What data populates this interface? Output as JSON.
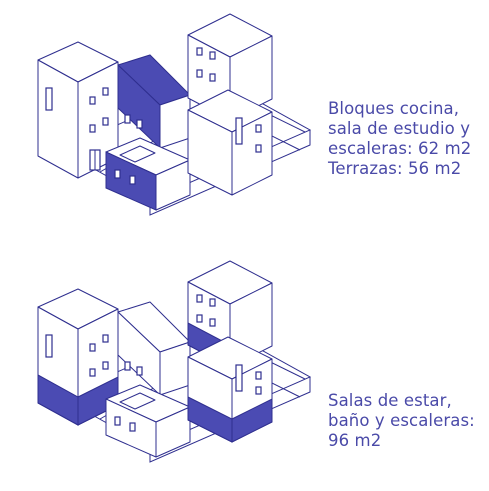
{
  "colors": {
    "line": "#2f2f8f",
    "highlight": "#4b4bb3",
    "text": "#4a4aa8",
    "background": "#ffffff"
  },
  "captions": {
    "top": [
      "Bloques cocina,",
      "sala de estudio y",
      "escaleras: 62 m2",
      "Terrazas: 56 m2"
    ],
    "bottom": [
      "Salas de estar,",
      "baño y escaleras:",
      "96 m2"
    ]
  }
}
